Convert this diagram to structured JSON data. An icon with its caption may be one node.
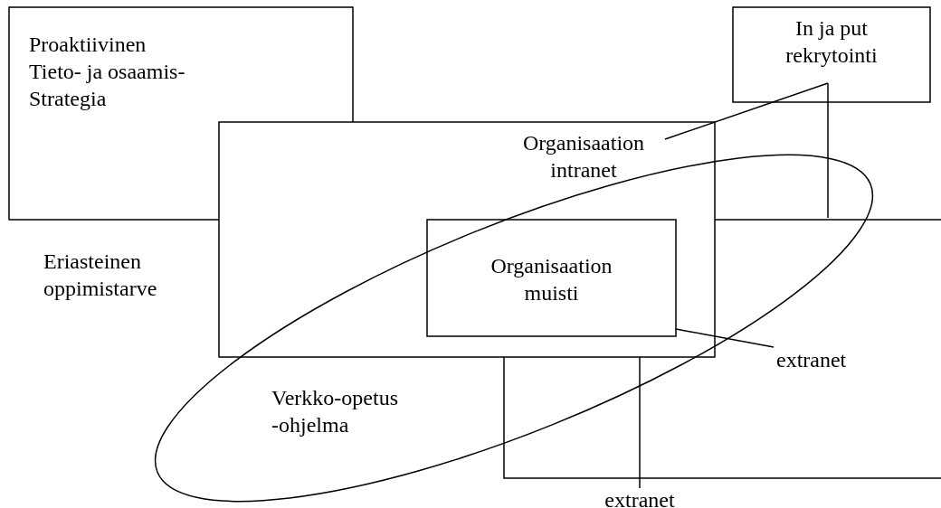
{
  "diagram": {
    "nodes": [
      {
        "text": [
          "Proaktiivinen Tieto- ja osaamis- Strategia"
        ]
      },
      {
        "text": [],
        "shape": "box"
      },
      {
        "text": [
          "Organisaation intranet"
        ]
      },
      {
        "text": [
          "Organisaation muisti"
        ],
        "in": 2
      },
      {
        "text": [
          "Verkko-opetus -ohjelma"
        ]
      },
      {
        "text": [
          "In ja put rekrytointi"
        ]
      },
      {
        "text": [
          "extranet"
        ],
        "in": 1
      },
      {
        "text": [
          "extranet"
        ]
      }
    ],
    "edges": [
      {
        "from": 5,
        "to": 2,
        "arrow": "none"
      },
      {
        "from": 6,
        "to": 3,
        "arrow": "none"
      },
      {
        "from": 7,
        "to": 2,
        "arrow": "none"
      }
    ],
    "labels": [
      "Eriasteinen oppimistarve"
    ]
  }
}
